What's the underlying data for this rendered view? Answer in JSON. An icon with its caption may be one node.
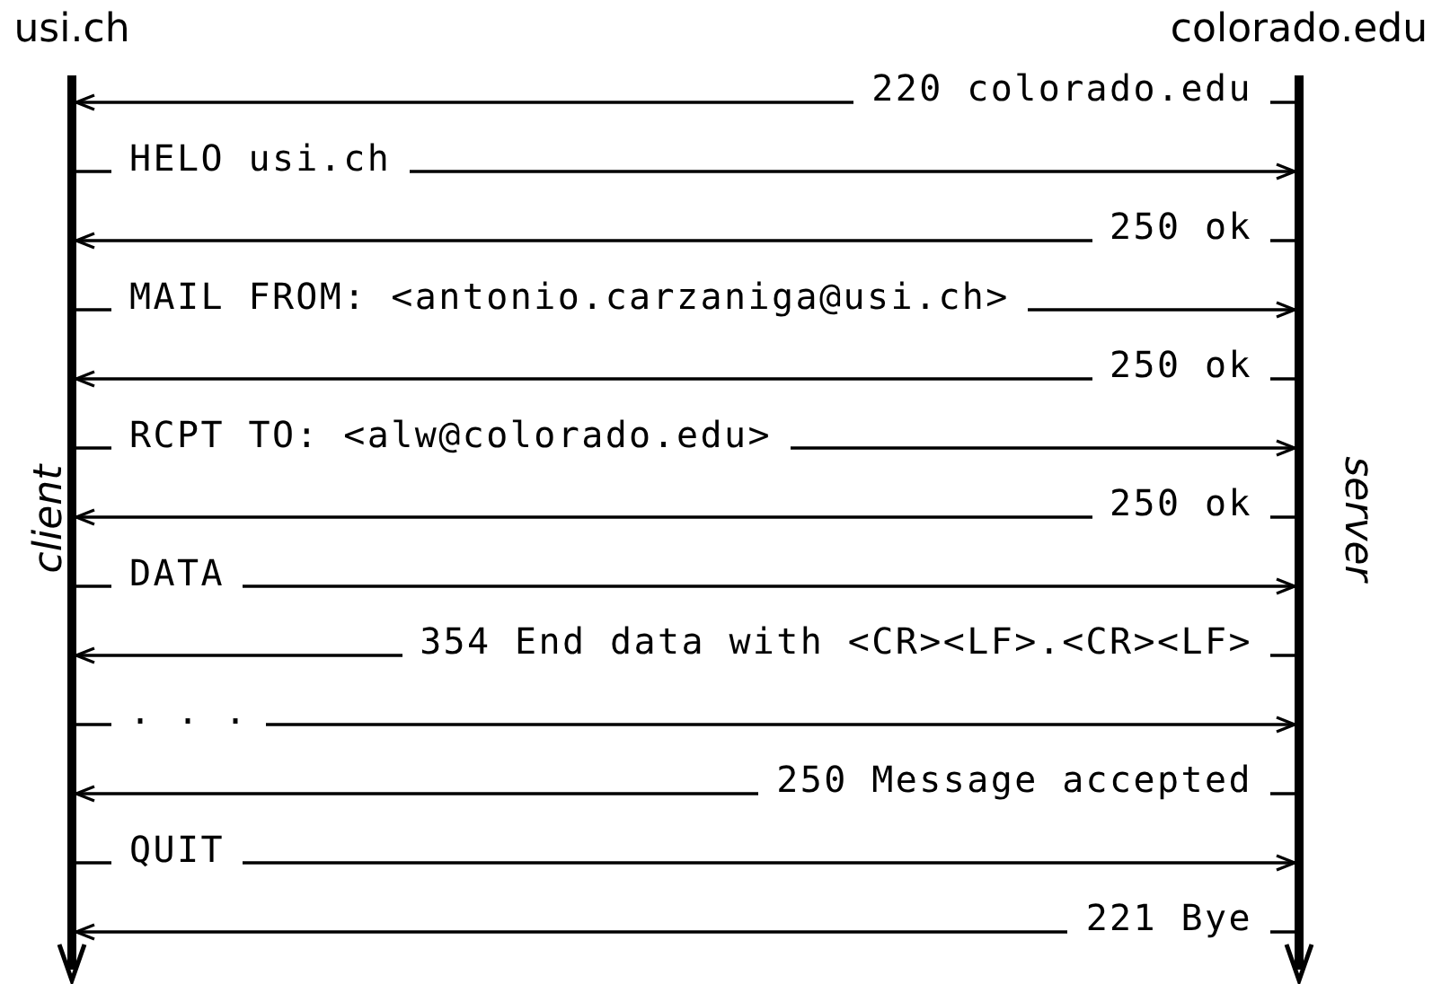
{
  "diagram": {
    "nodes": [
      {
        "text": [
          "usi.ch",
          "client"
        ]
      },
      {
        "text": [
          "colorado.edu",
          "server"
        ]
      }
    ],
    "edges": [
      {
        "from": 1,
        "to": 0,
        "arrow": "to",
        "label": "220 colorado.edu"
      },
      {
        "from": 0,
        "to": 1,
        "arrow": "to",
        "label": "HELO usi.ch"
      },
      {
        "from": 1,
        "to": 0,
        "arrow": "to",
        "label": "250 ok"
      },
      {
        "from": 0,
        "to": 1,
        "arrow": "to",
        "label": "MAIL FROM: <antonio.carzaniga@usi.ch>"
      },
      {
        "from": 1,
        "to": 0,
        "arrow": "to",
        "label": "250 ok"
      },
      {
        "from": 0,
        "to": 1,
        "arrow": "to",
        "label": "RCPT TO: <alw@colorado.edu>"
      },
      {
        "from": 1,
        "to": 0,
        "arrow": "to",
        "label": "250 ok"
      },
      {
        "from": 0,
        "to": 1,
        "arrow": "to",
        "label": "DATA"
      },
      {
        "from": 1,
        "to": 0,
        "arrow": "to",
        "label": "354 End data with <CR><LF>.<CR><LF>"
      },
      {
        "from": 0,
        "to": 1,
        "arrow": "to",
        "label": ". . ."
      },
      {
        "from": 1,
        "to": 0,
        "arrow": "to",
        "label": "250 Message accepted"
      },
      {
        "from": 0,
        "to": 1,
        "arrow": "to",
        "label": "QUIT"
      },
      {
        "from": 1,
        "to": 0,
        "arrow": "to",
        "label": "221 Bye"
      }
    ]
  }
}
